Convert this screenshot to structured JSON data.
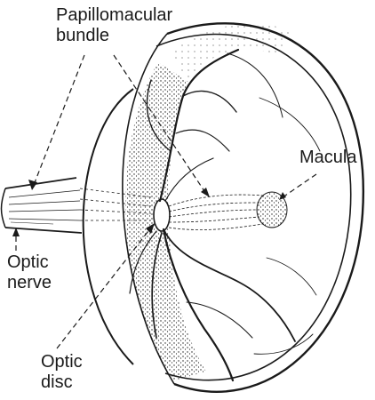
{
  "labels": {
    "papillomacular": [
      "Papillomacular",
      "bundle"
    ],
    "macula": "Macula",
    "optic_nerve": [
      "Optic",
      "nerve"
    ],
    "optic_disc": [
      "Optic",
      "disc"
    ]
  },
  "colors": {
    "ink": "#1a1a1a",
    "background": "#ffffff"
  }
}
